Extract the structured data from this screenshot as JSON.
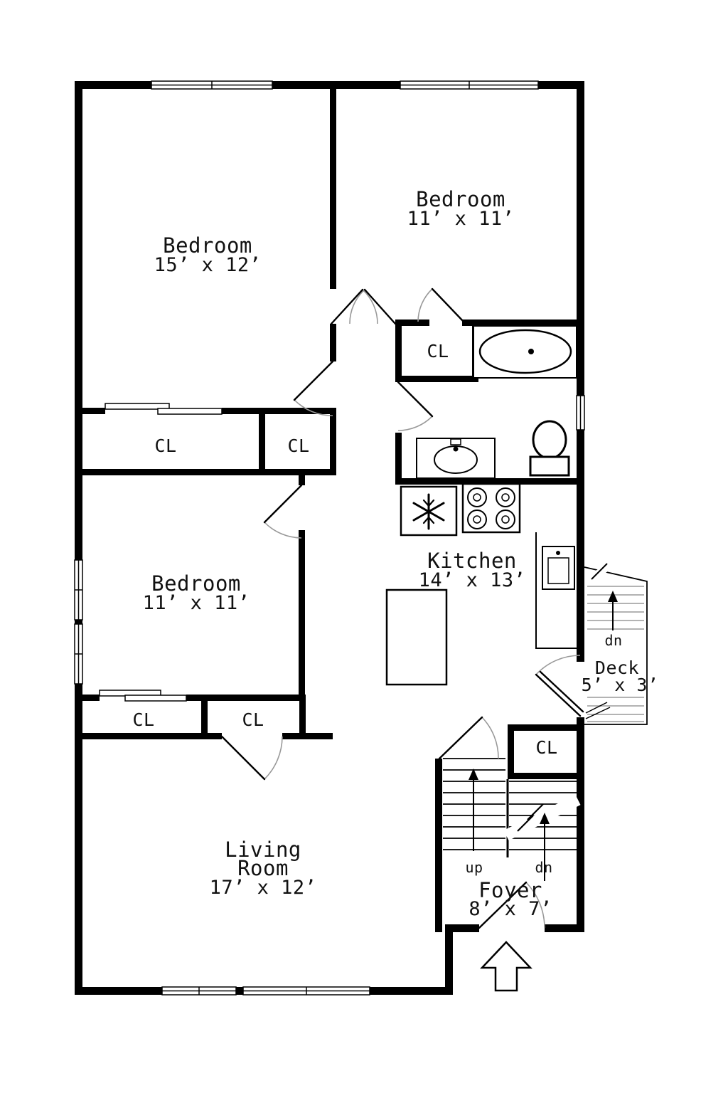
{
  "rooms": {
    "bedroom_top_left": {
      "name": "Bedroom",
      "dims": "15’ x 12’"
    },
    "bedroom_top_right": {
      "name": "Bedroom",
      "dims": "11’ x 11’"
    },
    "bedroom_middle": {
      "name": "Bedroom",
      "dims": "11’ x 11’"
    },
    "kitchen": {
      "name": "Kitchen",
      "dims": "14’ x 13’"
    },
    "living_room": {
      "line1": "Living",
      "line2": "Room",
      "dims": "17’ x 12’"
    },
    "foyer": {
      "name": "Foyer",
      "dims": "8’ x 7’"
    },
    "deck": {
      "name": "Deck",
      "dims": "5’ x 3’"
    }
  },
  "closets": {
    "hall": "CL",
    "row1_left": "CL",
    "row1_right": "CL",
    "row2_left": "CL",
    "row2_right": "CL",
    "foyer": "CL"
  },
  "stairs": {
    "up": "up",
    "down_foyer": "dn",
    "down_deck": "dn"
  },
  "colors": {
    "wall": "#000000",
    "door_arc": "#999999",
    "deck_tread": "#b3b3b3"
  }
}
